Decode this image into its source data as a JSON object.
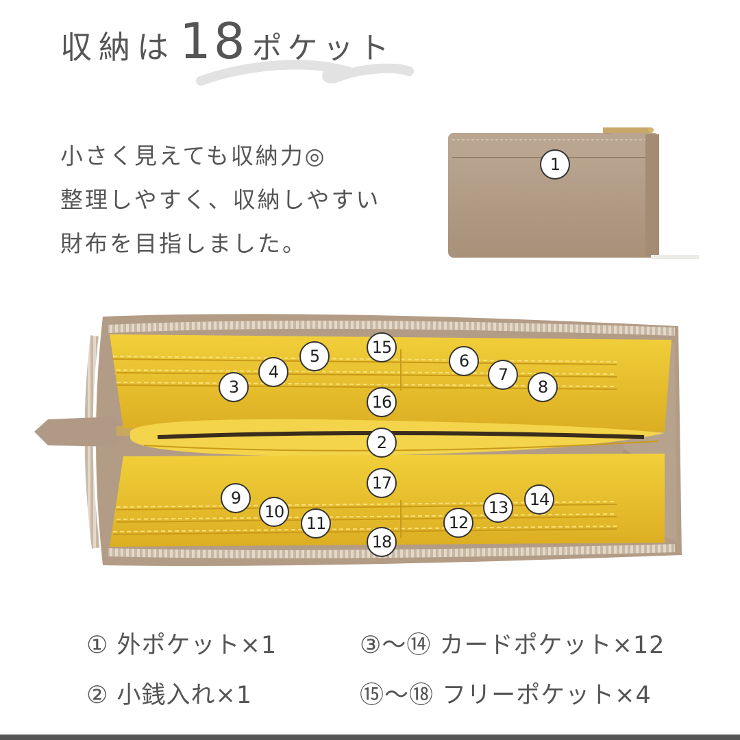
{
  "title": {
    "part1": "収納は",
    "number": "18",
    "part2": "ポケット"
  },
  "description": [
    "小さく見えても収納力◎",
    "整理しやすく、収納しやすい",
    "財布を目指しました。"
  ],
  "colors": {
    "leather": "#b6a08a",
    "lining": "#e8bf2f",
    "text": "#555555"
  },
  "badges": {
    "p1": "1",
    "p2": "2",
    "p3": "3",
    "p4": "4",
    "p5": "5",
    "p6": "6",
    "p7": "7",
    "p8": "8",
    "p9": "9",
    "p10": "10",
    "p11": "11",
    "p12": "12",
    "p13": "13",
    "p14": "14",
    "p15": "15",
    "p16": "16",
    "p17": "17",
    "p18": "18"
  },
  "legend": {
    "item1": "① 外ポケット×1",
    "item2": "② 小銭入れ×1",
    "item3": "③〜⑭ カードポケット×12",
    "item4": "⑮〜⑱ フリーポケット×4"
  }
}
